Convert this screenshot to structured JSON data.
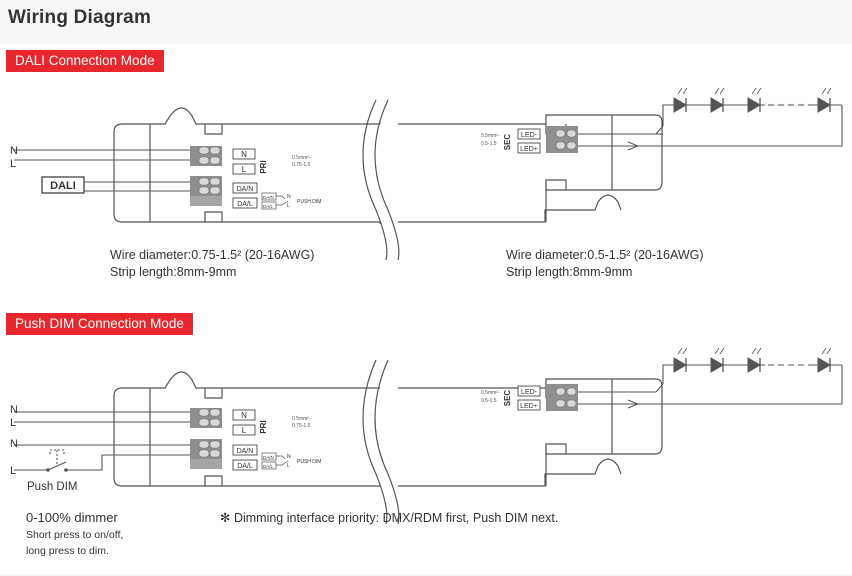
{
  "title": "Wiring Diagram",
  "colors": {
    "accent": "#e8272c",
    "line": "#555555",
    "terminal": "#8f8f8f"
  },
  "dali": {
    "mode_label": "DALI Connection Mode",
    "inputs": [
      "N",
      "L"
    ],
    "dali_label": "DALI",
    "pri_label": "PRI",
    "sec_label": "SEC",
    "pri_terminals": [
      "N",
      "L",
      "DA/N",
      "DA/L"
    ],
    "sec_terminals": [
      "LED-",
      "LED+"
    ],
    "pri_spec_top": "0.5mm²-",
    "pri_spec_bottom": "0.75-1.5",
    "sec_spec_top": "0.5mm²-",
    "sec_spec_bottom": "0.5-1.5",
    "push_dim_small": "PUSH DIM",
    "small_n": "N",
    "small_l": "L",
    "wire_left": [
      "Wire diameter:0.75-1.5² (20-16AWG)",
      "Strip length:8mm-9mm"
    ],
    "wire_right": [
      "Wire diameter:0.5-1.5² (20-16AWG)",
      "Strip length:8mm-9mm"
    ]
  },
  "push": {
    "mode_label": "Push DIM Connection Mode",
    "inputs": [
      "N",
      "L",
      "N",
      "L"
    ],
    "pri_label": "PRI",
    "sec_label": "SEC",
    "pri_terminals": [
      "N",
      "L",
      "DA/N",
      "DA/L"
    ],
    "sec_terminals": [
      "LED-",
      "LED+"
    ],
    "pri_spec_top": "0.5mm²-",
    "pri_spec_bottom": "0.75-1.5",
    "sec_spec_top": "0.5mm²-",
    "sec_spec_bottom": "0.5-1.5",
    "push_dim_small": "PUSH DIM",
    "small_n": "N",
    "small_l": "L",
    "switch_label": "Push DIM",
    "dimmer_title": "0-100% dimmer",
    "dimmer_lines": [
      "Short press to on/off,",
      "long press to dim."
    ],
    "priority_note": "✻ Dimming interface priority: DMX/RDM first, Push DIM next."
  }
}
